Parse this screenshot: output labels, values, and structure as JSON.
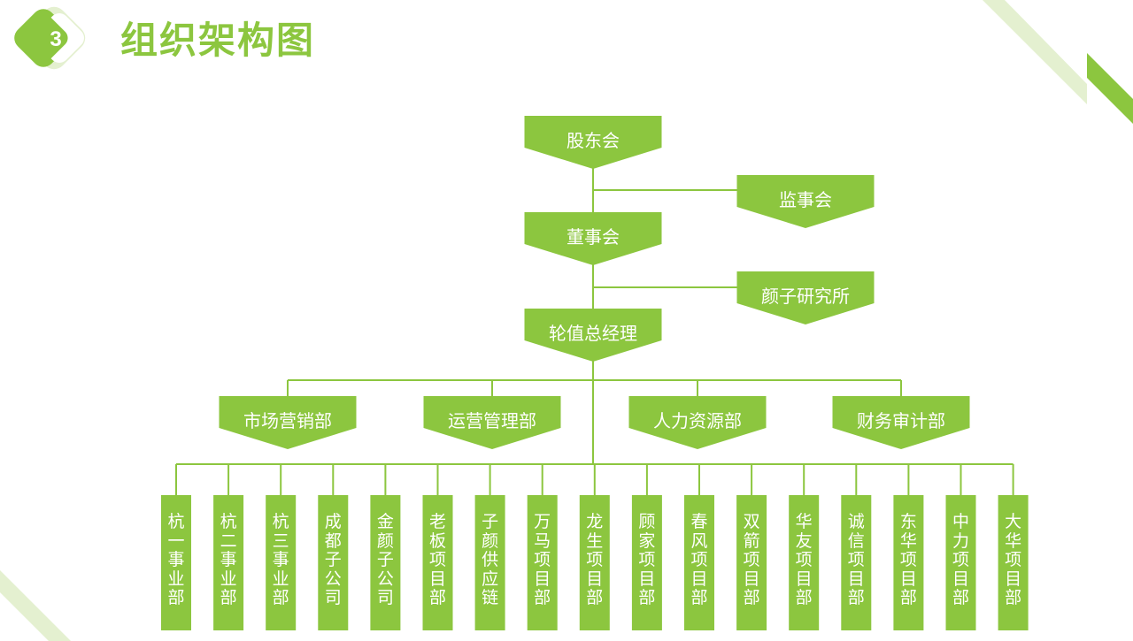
{
  "header": {
    "section_number": "3",
    "title": "组织架构图"
  },
  "colors": {
    "accent": "#8cc63f",
    "accent_light": "#e4f0d0",
    "line": "#8cc63f"
  },
  "org": {
    "shareholders": "股东会",
    "supervisors": "监事会",
    "board": "董事会",
    "institute": "颜子研究所",
    "rotating_gm": "轮值总经理",
    "departments": [
      "市场营销部",
      "运营管理部",
      "人力资源部",
      "财务审计部"
    ],
    "units": [
      "杭一事业部",
      "杭二事业部",
      "杭三事业部",
      "成都子公司",
      "金颜子公司",
      "老板项目部",
      "子颜供应链",
      "万马项目部",
      "龙生项目部",
      "顾家项目部",
      "春风项目部",
      "双箭项目部",
      "华友项目部",
      "诚信项目部",
      "东华项目部",
      "中力项目部",
      "大华项目部"
    ]
  }
}
